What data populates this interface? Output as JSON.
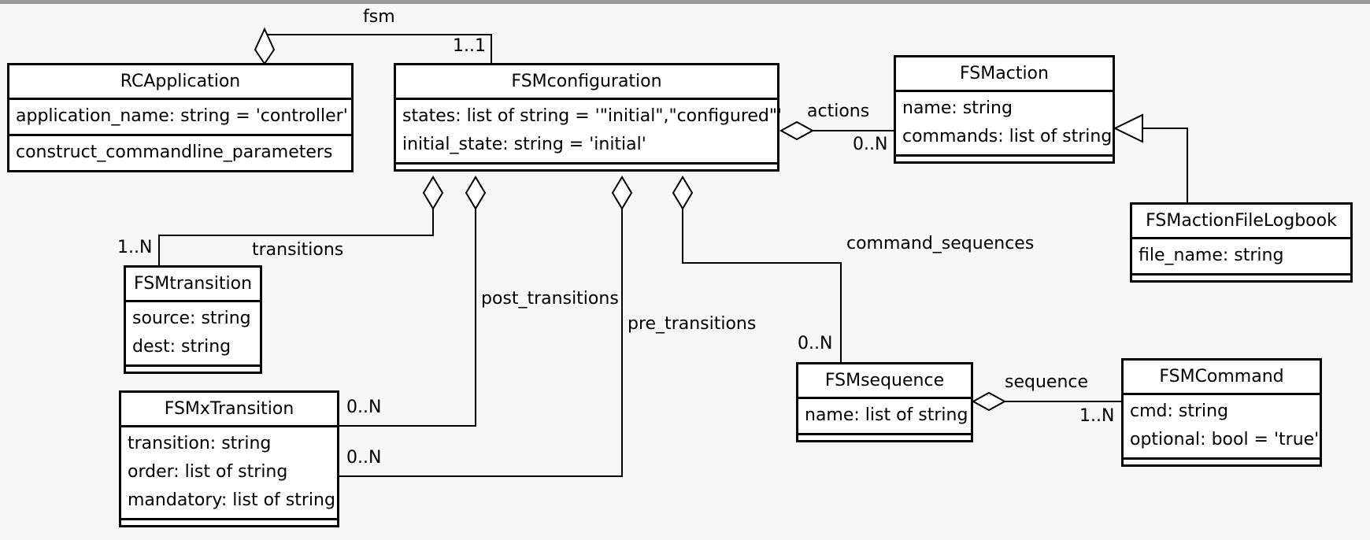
{
  "classes": {
    "rcapp": {
      "name": "RCApplication",
      "attrs": [
        "application_name: string = 'controller'"
      ],
      "ops": [
        "construct_commandline_parameters"
      ]
    },
    "fsmconfig": {
      "name": "FSMconfiguration",
      "attrs": [
        "states: list of string = '\"initial\",\"configured\"'",
        "initial_state: string = 'initial'"
      ]
    },
    "fsmaction": {
      "name": "FSMaction",
      "attrs": [
        "name: string",
        "commands: list of string"
      ]
    },
    "fsmactionlog": {
      "name": "FSMactionFileLogbook",
      "attrs": [
        "file_name: string"
      ]
    },
    "fsmtransition": {
      "name": "FSMtransition",
      "attrs": [
        "source: string",
        "dest: string"
      ]
    },
    "fsmxtransition": {
      "name": "FSMxTransition",
      "attrs": [
        "transition: string",
        "order: list of string",
        "mandatory: list of string"
      ]
    },
    "fsmsequence": {
      "name": "FSMsequence",
      "attrs": [
        "name: list of string"
      ]
    },
    "fsmcommand": {
      "name": "FSMCommand",
      "attrs": [
        "cmd: string",
        "optional: bool = 'true'"
      ]
    }
  },
  "labels": {
    "fsm": "fsm",
    "fsm_mult": "1..1",
    "actions": "actions",
    "actions_mult": "0..N",
    "transitions": "transitions",
    "transitions_mult": "1..N",
    "post_transitions": "post_transitions",
    "post_mult": "0..N",
    "pre_transitions": "pre_transitions",
    "pre_mult": "0..N",
    "command_sequences": "command_sequences",
    "cmdseq_mult": "0..N",
    "sequence": "sequence",
    "sequence_mult": "1..N"
  },
  "colors": {
    "background": "#f7f7f7",
    "box_fill": "#ffffff",
    "line": "#000000",
    "top_bar": "#9a9a9a"
  }
}
